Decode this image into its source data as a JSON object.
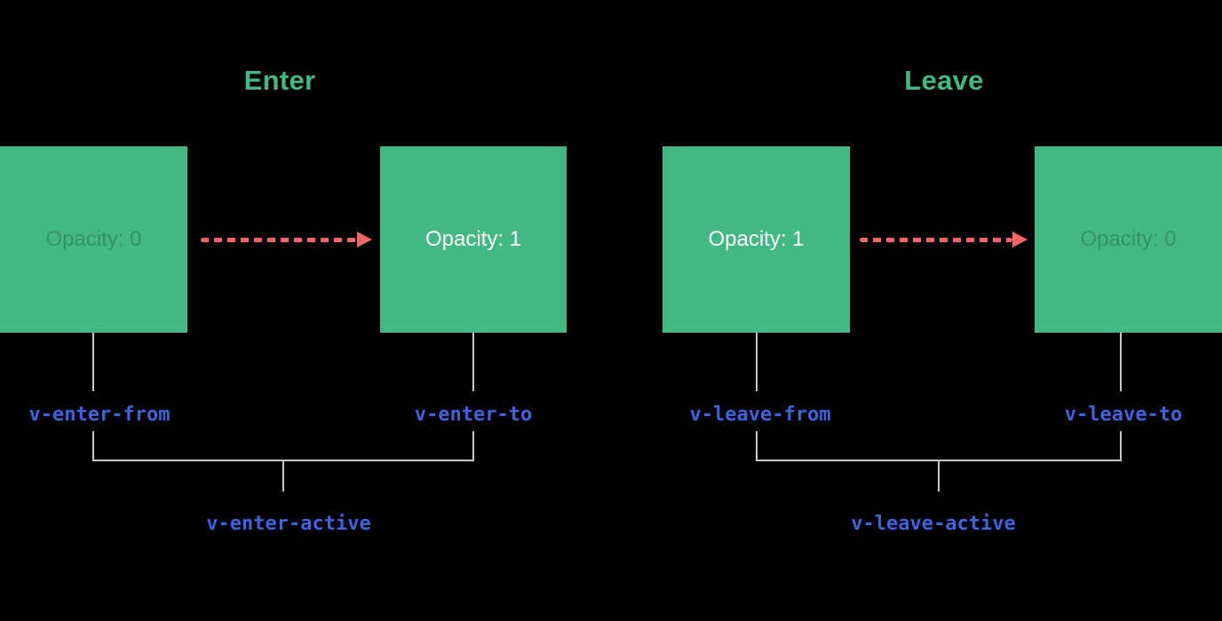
{
  "diagram": {
    "background": "#000000",
    "colors": {
      "green": "#42b883",
      "white": "#ffffff",
      "faint_text": "#359369",
      "blue": "#3e63dd",
      "red": "#f56565",
      "line": "#c8c8c8"
    },
    "enter": {
      "title": "Enter",
      "from_box": "Opacity: 0",
      "to_box": "Opacity: 1",
      "from_label": "v-enter-from",
      "to_label": "v-enter-to",
      "active_label": "v-enter-active"
    },
    "leave": {
      "title": "Leave",
      "from_box": "Opacity: 1",
      "to_box": "Opacity: 0",
      "from_label": "v-leave-from",
      "to_label": "v-leave-to",
      "active_label": "v-leave-active"
    }
  }
}
